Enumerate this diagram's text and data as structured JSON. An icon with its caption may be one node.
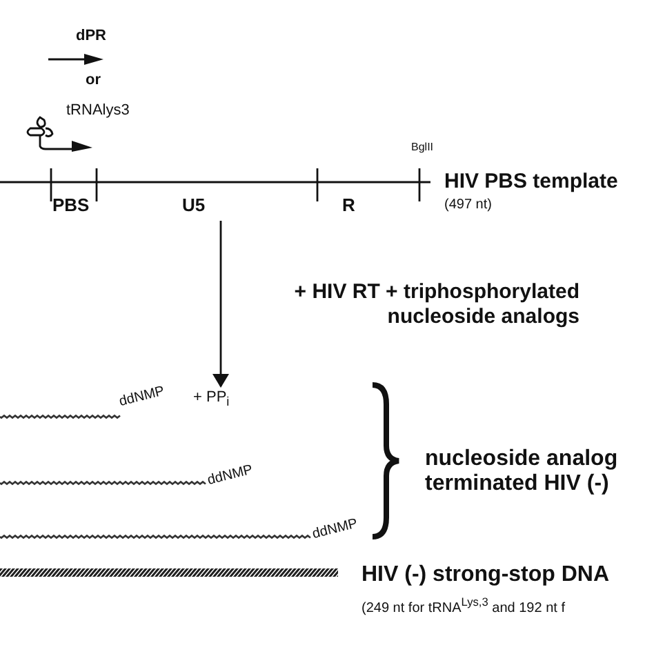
{
  "diagram": {
    "nodes": [
      {
        "text": [
          "HIV PBS template",
          "(497 nt)"
        ]
      },
      {
        "text": [
          "ddNMP",
          "+ PP$_{i}$"
        ]
      }
    ],
    "edges": [
      {
        "from": 0,
        "to": 1,
        "arrow": "to",
        "label": "+ HIV RT + triphosphorylated nucleoside analogs"
      }
    ],
    "labels": [
      "dPR",
      "or",
      "tRNAlys3",
      "BglII",
      "PBS",
      "U5",
      "R",
      "ddNMP",
      "ddNMP",
      "nucleoside analog terminated HIV (-)",
      "HIV (-) strong-stop DNA",
      "(249 nt for tRNA$^{Lys,3}$ and 192 nt f"
    ]
  }
}
